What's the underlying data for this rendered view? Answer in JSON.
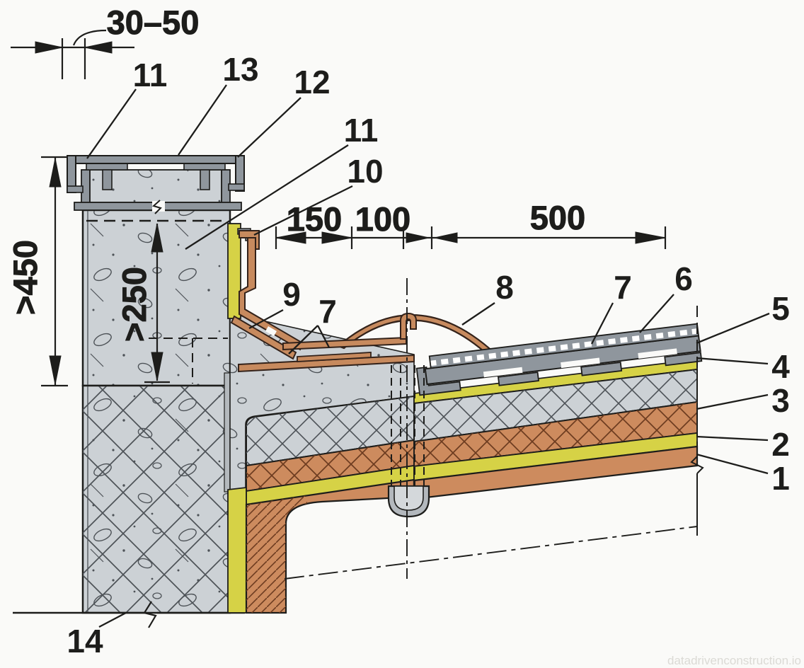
{
  "fig": {
    "type": "parapet-roof-drainage-construction-detail-section",
    "dims": {
      "top": "30–50",
      "parapet": ">450",
      "upstand": ">250",
      "d150": "150",
      "d100": "100",
      "d500": "500"
    },
    "nums": {
      "1": "1",
      "2": "2",
      "3": "3",
      "4": "4",
      "5": "5",
      "6": "6",
      "7": "7",
      "8": "8",
      "9": "9",
      "10": "10",
      "11": "11",
      "12": "12",
      "13": "13",
      "14": "14"
    },
    "watermark": "datadrivenconstruction.io",
    "colors": {
      "copper": "#c78a5e",
      "membrane": "#d6d246",
      "metal": "#8f969d",
      "concrete": "#ccd1d5",
      "outline": "#1d1d1b",
      "background": "#fafaf8"
    }
  }
}
